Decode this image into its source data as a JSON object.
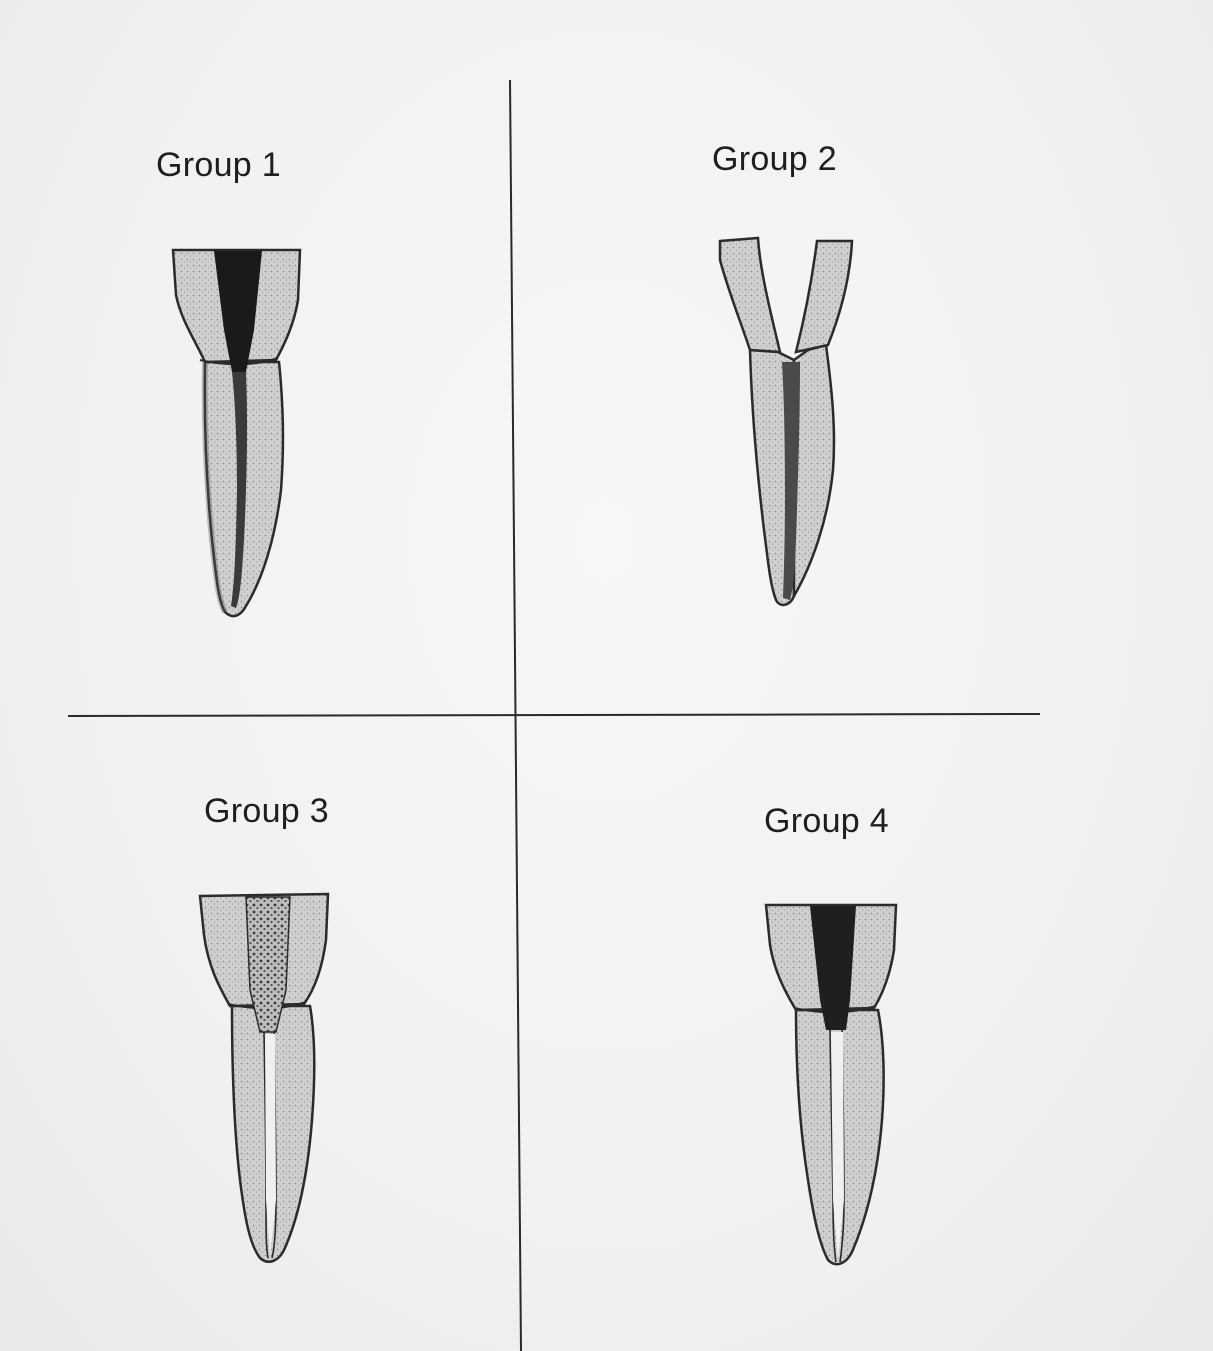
{
  "groups": [
    {
      "id": "group-1",
      "label": "Group 1",
      "canal": "filled-post-and-full-canal"
    },
    {
      "id": "group-2",
      "label": "Group 2",
      "canal": "open-flared-coronal-with-apical-fill"
    },
    {
      "id": "group-3",
      "label": "Group 3",
      "canal": "stippled-coronal-plug-over-canal"
    },
    {
      "id": "group-4",
      "label": "Group 4",
      "canal": "dark-coronal-plug-over-canal"
    }
  ],
  "colors": {
    "background": "#f2f2f2",
    "divider": "#2a2a2a",
    "tooth_fill": "#c9c9c9",
    "tooth_outline": "#2b2b2b",
    "canal_dark": "#1a1a1a",
    "canal_mid": "#4a4a4a",
    "canal_light": "#f0f0f0"
  }
}
